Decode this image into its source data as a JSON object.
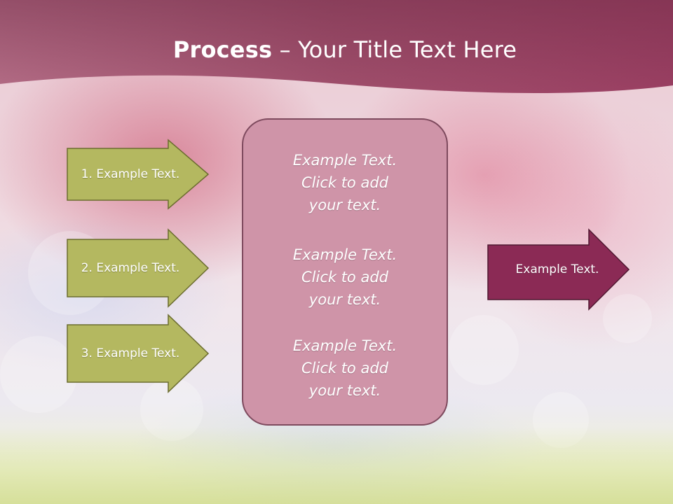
{
  "slide": {
    "title_bold": "Process",
    "title_rest": " – Your Title Text Here"
  },
  "left_steps": [
    {
      "label": "1. Example Text."
    },
    {
      "label": "2. Example Text."
    },
    {
      "label": "3. Example Text."
    }
  ],
  "center_box": {
    "blocks": [
      {
        "lines": [
          "Example Text.",
          "Click  to add",
          "your text."
        ]
      },
      {
        "lines": [
          "Example Text.",
          "Click  to add",
          "your text."
        ]
      },
      {
        "lines": [
          "Example Text.",
          "Click  to add",
          "your text."
        ]
      }
    ]
  },
  "output_arrow": {
    "label": "Example Text."
  },
  "colors": {
    "title_band": "#9e4865",
    "step_arrow_fill": "#b4b860",
    "step_arrow_border": "#6b6c2f",
    "center_box_fill": "#cf94a8",
    "center_box_border": "#7e4a5e",
    "output_arrow_fill": "#8b2a55",
    "output_arrow_border": "#4e1730"
  }
}
